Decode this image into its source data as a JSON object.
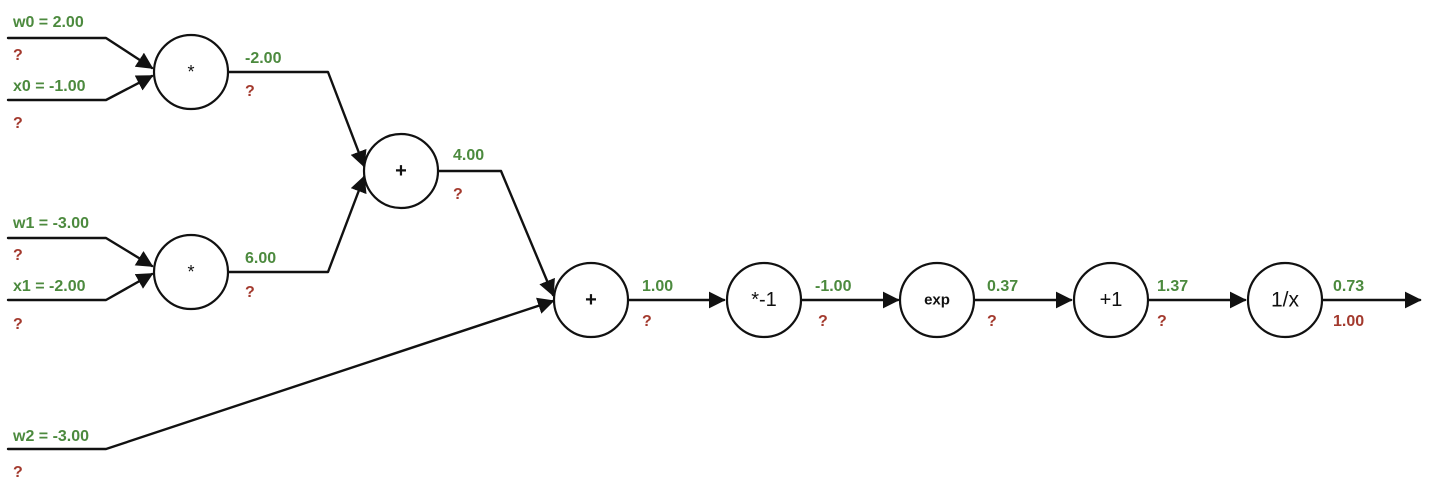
{
  "colors": {
    "forward": "#4c8a3e",
    "gradient": "#a33a2e",
    "line": "#111111"
  },
  "inputs": {
    "w0": {
      "label": "w0 = 2.00",
      "grad": "?"
    },
    "x0": {
      "label": "x0 = -1.00",
      "grad": "?"
    },
    "w1": {
      "label": "w1 = -3.00",
      "grad": "?"
    },
    "x1": {
      "label": "x1 = -2.00",
      "grad": "?"
    },
    "w2": {
      "label": "w2 = -3.00",
      "grad": "?"
    }
  },
  "nodes": {
    "mul1": {
      "op": "*",
      "value": "-2.00",
      "grad": "?"
    },
    "mul2": {
      "op": "*",
      "value": "6.00",
      "grad": "?"
    },
    "add1": {
      "op": "+",
      "value": "4.00",
      "grad": "?"
    },
    "add2": {
      "op": "+",
      "value": "1.00",
      "grad": "?"
    },
    "neg": {
      "op": "*-1",
      "value": "-1.00",
      "grad": "?"
    },
    "exp": {
      "op": "exp",
      "value": "0.37",
      "grad": "?"
    },
    "plus1": {
      "op": "+1",
      "value": "1.37",
      "grad": "?"
    },
    "recip": {
      "op": "1/x",
      "value": "0.73",
      "grad": "1.00"
    }
  }
}
